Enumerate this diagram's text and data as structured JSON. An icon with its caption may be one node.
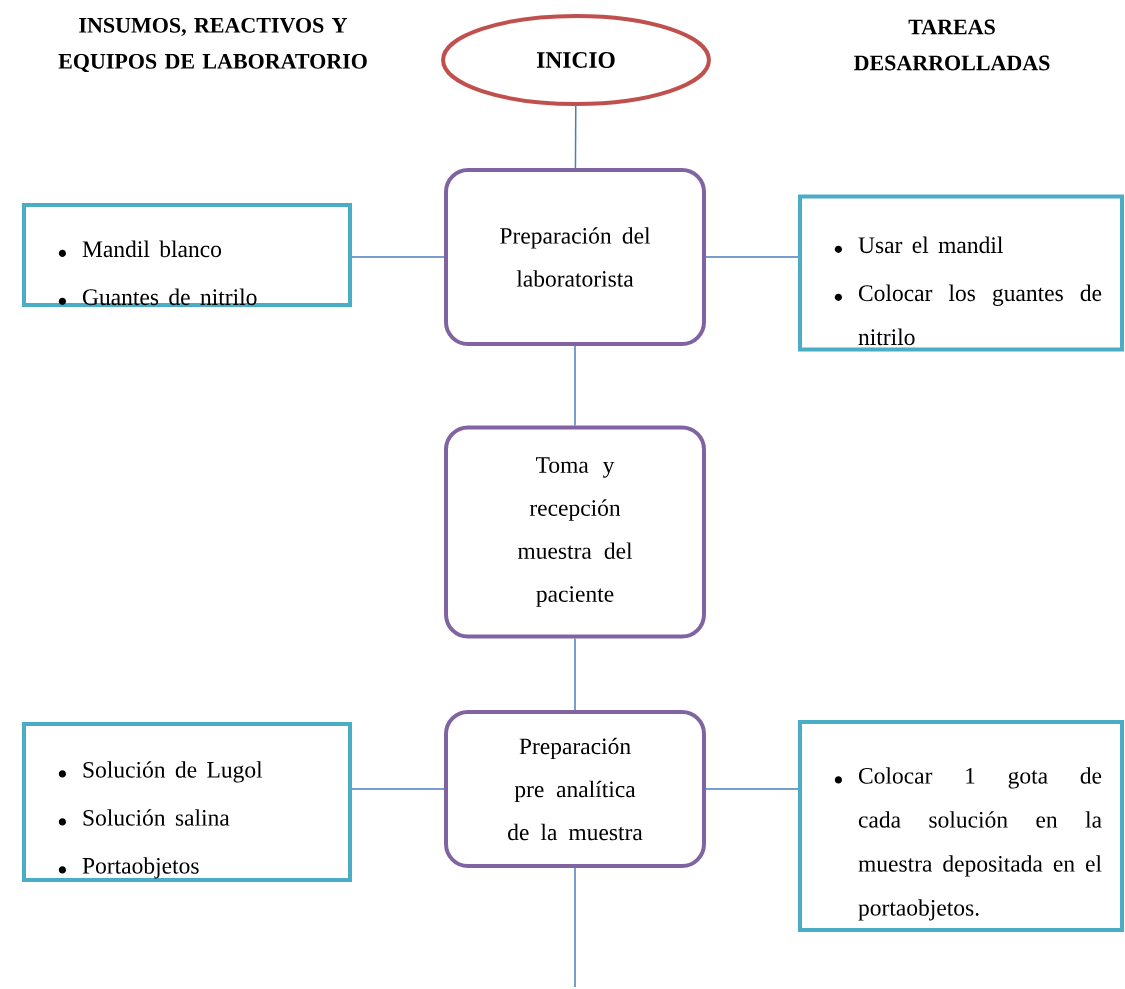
{
  "diagram": {
    "nodes": [
      {
        "text": [
          "INICIO"
        ]
      },
      {
        "text": [
          "Mandil blanco",
          "Guantes de nitrilo"
        ]
      },
      {
        "text": [
          "Preparación del laboratorista"
        ]
      },
      {
        "text": [
          "Usar el mandil",
          "Colocar los guantes de nitrilo"
        ]
      },
      {
        "text": [
          "Toma y recepción muestra del paciente"
        ]
      },
      {
        "text": [
          "Solución de Lugol",
          "Solución salina",
          "Portaobjetos"
        ]
      },
      {
        "text": [
          "Preparación pre analítica de la muestra"
        ]
      },
      {
        "text": [
          "Colocar 1 gota de cada solución en la muestra depositada en el portaobjetos."
        ]
      }
    ],
    "edges": [
      {
        "from": 0,
        "to": 2,
        "arrow": "none"
      },
      {
        "from": 1,
        "to": 2,
        "arrow": "none"
      },
      {
        "from": 2,
        "to": 3,
        "arrow": "none"
      },
      {
        "from": 2,
        "to": 4,
        "arrow": "none"
      },
      {
        "from": 4,
        "to": 6,
        "arrow": "none"
      },
      {
        "from": 5,
        "to": 6,
        "arrow": "none"
      },
      {
        "from": 6,
        "to": 7,
        "arrow": "none"
      },
      {
        "from": 6,
        "to": null,
        "arrow": "none"
      }
    ],
    "labels": [
      "INSUMOS, REACTIVOS Y EQUIPOS DE LABORATORIO",
      "TAREAS DESARROLLADAS"
    ]
  }
}
